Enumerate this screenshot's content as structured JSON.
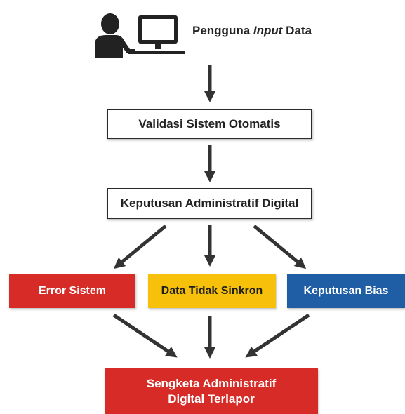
{
  "user": {
    "label_prefix": "Pengguna ",
    "label_italic": "Input",
    "label_suffix": " Data",
    "icon": "user-at-computer-icon"
  },
  "steps": {
    "validasi": "Validasi Sistem Otomatis",
    "keputusan": "Keputusan Administratif Digital"
  },
  "outcomes": {
    "error": "Error Sistem",
    "tidak_sinkron": "Data Tidak Sinkron",
    "bias": "Keputusan Bias"
  },
  "result": {
    "line1": "Sengketa Administratif",
    "line2": "Digital Terlapor"
  },
  "colors": {
    "red": "#d62b26",
    "yellow": "#f7c10b",
    "blue": "#1f5ea5",
    "arrow": "#333333"
  }
}
